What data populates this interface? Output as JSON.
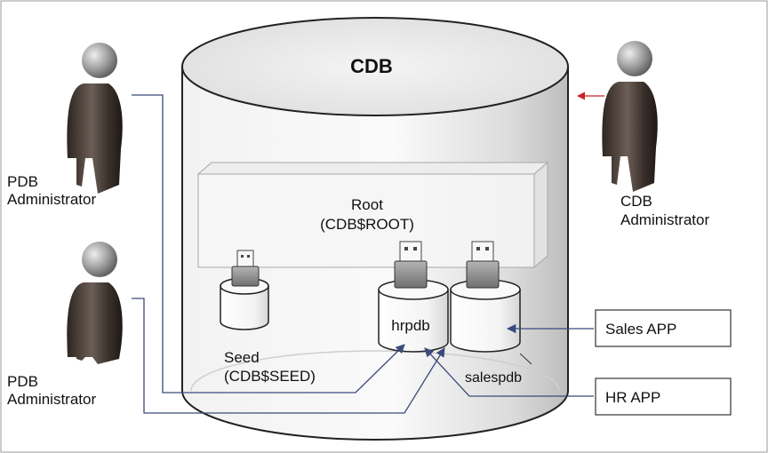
{
  "cdb": {
    "title": "CDB"
  },
  "root": {
    "line1": "Root",
    "line2": "(CDB$ROOT)"
  },
  "seed": {
    "line1": "Seed",
    "line2": "(CDB$SEED)"
  },
  "pdbs": {
    "hrpdb": "hrpdb",
    "salespdb": "salespdb"
  },
  "actors": {
    "pdb_admin_top": {
      "line1": "PDB",
      "line2": "Administrator"
    },
    "pdb_admin_bottom": {
      "line1": "PDB",
      "line2": "Administrator"
    },
    "cdb_admin": {
      "line1": "CDB",
      "line2": "Administrator"
    }
  },
  "apps": {
    "sales": "Sales APP",
    "hr": "HR APP"
  },
  "colors": {
    "connector": "#3a4a7a",
    "cdb_arrow": "#cc2222",
    "frame": "#9a9a9a"
  }
}
